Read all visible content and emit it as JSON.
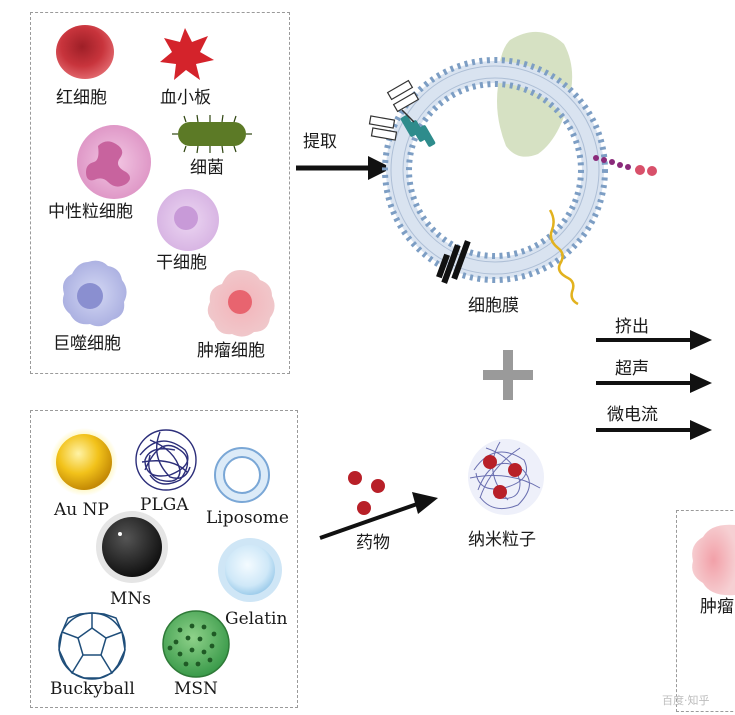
{
  "cells": {
    "rbc": "红细胞",
    "platelet": "血小板",
    "bacteria": "细菌",
    "neutrophil": "中性粒细胞",
    "stem_cell": "干细胞",
    "macrophage": "巨噬细胞",
    "tumor_cell": "肿瘤细胞"
  },
  "nanoparticles": {
    "au_np": "Au NP",
    "plga": "PLGA",
    "liposome": "Liposome",
    "mns": "MNs",
    "gelatin": "Gelatin",
    "buckyball": "Buckyball",
    "msn": "MSN"
  },
  "process": {
    "extract": "提取",
    "membrane": "细胞膜",
    "drug": "药物",
    "nanoparticle": "纳米粒子",
    "extrusion": "挤出",
    "ultrasound": "超声",
    "microfluidics": "微电流",
    "tumor_partial": "肿瘤",
    "watermark": "百度·知乎"
  },
  "colors": {
    "rbc": "#c8343c",
    "platelet": "#d4232b",
    "bacteria": "#5c7a26",
    "neutrophil": "#e6a8d2",
    "stem_cell": "#dcbbe6",
    "macrophage": "#b8bde8",
    "tumor_cell": "#e88a93",
    "membrane_head": "#7d9ec4",
    "gold": "#f2c21a",
    "gelatin": "#b9dcf3",
    "msn": "#3a9a4a"
  }
}
